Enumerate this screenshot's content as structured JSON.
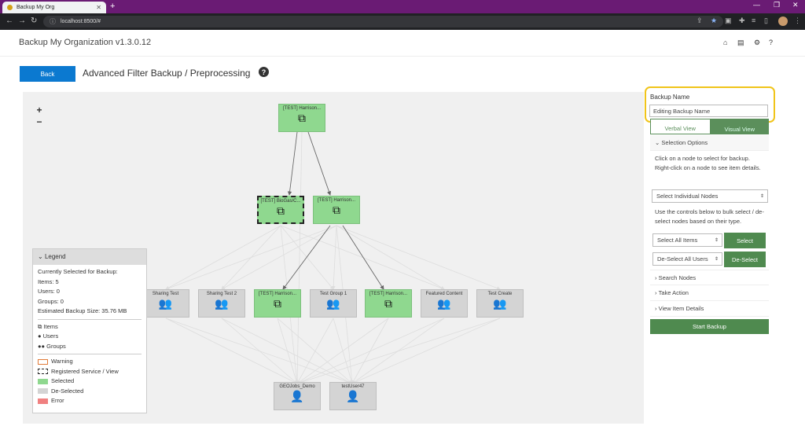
{
  "browser": {
    "tab_title": "Backup My Org",
    "url": "localhost:8500/#"
  },
  "app": {
    "title": "Backup My Organization v1.3.0.12",
    "back_label": "Back",
    "page_title": "Advanced Filter Backup / Preprocessing",
    "help_glyph": "?"
  },
  "graph": {
    "zoom_in": "+",
    "zoom_out": "−",
    "nodes": [
      {
        "label": "[TEST] Harrison...",
        "type": "items",
        "state": "selected"
      },
      {
        "label": "[TEST] BioGas/C...",
        "type": "items",
        "state": "registered"
      },
      {
        "label": "[TEST] Harrison...",
        "type": "items",
        "state": "selected"
      },
      {
        "label": "Sharing Test",
        "type": "groups",
        "state": "deselected"
      },
      {
        "label": "Sharing Test 2",
        "type": "groups",
        "state": "deselected"
      },
      {
        "label": "[TEST] Harrison...",
        "type": "items",
        "state": "selected"
      },
      {
        "label": "Test Group 1",
        "type": "groups",
        "state": "deselected"
      },
      {
        "label": "[TEST] Harrison...",
        "type": "items",
        "state": "selected"
      },
      {
        "label": "Featured Content",
        "type": "groups",
        "state": "deselected"
      },
      {
        "label": "Test Create",
        "type": "groups",
        "state": "deselected"
      },
      {
        "label": "GEOJobs_Demo",
        "type": "users",
        "state": "deselected"
      },
      {
        "label": "testUser47",
        "type": "users",
        "state": "deselected"
      }
    ]
  },
  "legend": {
    "header": "Legend",
    "summary": [
      "Currently Selected for Backup:",
      "Items: 5",
      "Users: 0",
      "Groups: 0",
      "Estimated Backup Size: 35.76 MB"
    ],
    "types": [
      "Items",
      "Users",
      "Groups"
    ],
    "states": [
      {
        "label": "Warning",
        "color": "#e07b39"
      },
      {
        "label": "Registered Service / View",
        "color": "#222222"
      },
      {
        "label": "Selected",
        "color": "#8fd88f"
      },
      {
        "label": "De-Selected",
        "color": "#d4d4d4"
      },
      {
        "label": "Error",
        "color": "#f08080"
      }
    ]
  },
  "panel": {
    "backup_name_label": "Backup Name",
    "backup_name_value": "Editing Backup Name",
    "tab_verbal": "Verbal View",
    "tab_visual": "Visual View",
    "selection_options": "Selection Options",
    "instructions": "Click on a node to select for backup. Right-click on a node to see item details.",
    "mode_select": "Select Individual Nodes",
    "bulk_text": "Use the controls below to bulk select / de-select nodes based on their type.",
    "select_all_dropdown": "Select All Items",
    "select_button": "Select",
    "deselect_all_dropdown": "De-Select All Users",
    "deselect_button": "De-Select",
    "search_nodes": "Search Nodes",
    "take_action": "Take Action",
    "view_item_details": "View Item Details",
    "start_backup": "Start Backup"
  },
  "colors": {
    "browser_tabbar": "#6a1b74",
    "back_button": "#0b79d0",
    "green_button": "#4f8a4f",
    "selected_node": "#8fd88f",
    "deselected_node": "#d4d4d4",
    "highlight": "#f0c419"
  }
}
